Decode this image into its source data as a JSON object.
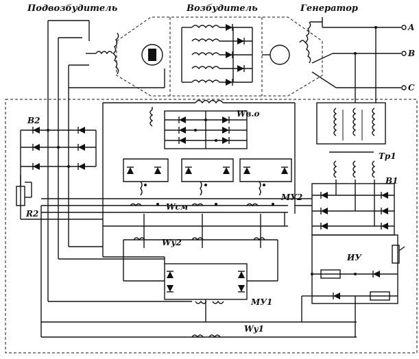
{
  "labels": {
    "podvozbuditel": "Подвозбудитель",
    "vozbuditel": "Возбудитель",
    "generator": "Генератор",
    "phase_a": "A",
    "phase_b": "B",
    "phase_c": "C",
    "v2": "В2",
    "r2": "R2",
    "w_vo": "Wв.о",
    "w_sm": "Wсм",
    "w_u2": "Wу2",
    "mu2": "МУ2",
    "mu1": "МУ1",
    "w_u1": "Wу1",
    "tr1": "Тр1",
    "v1": "В1",
    "iu": "ИУ"
  }
}
